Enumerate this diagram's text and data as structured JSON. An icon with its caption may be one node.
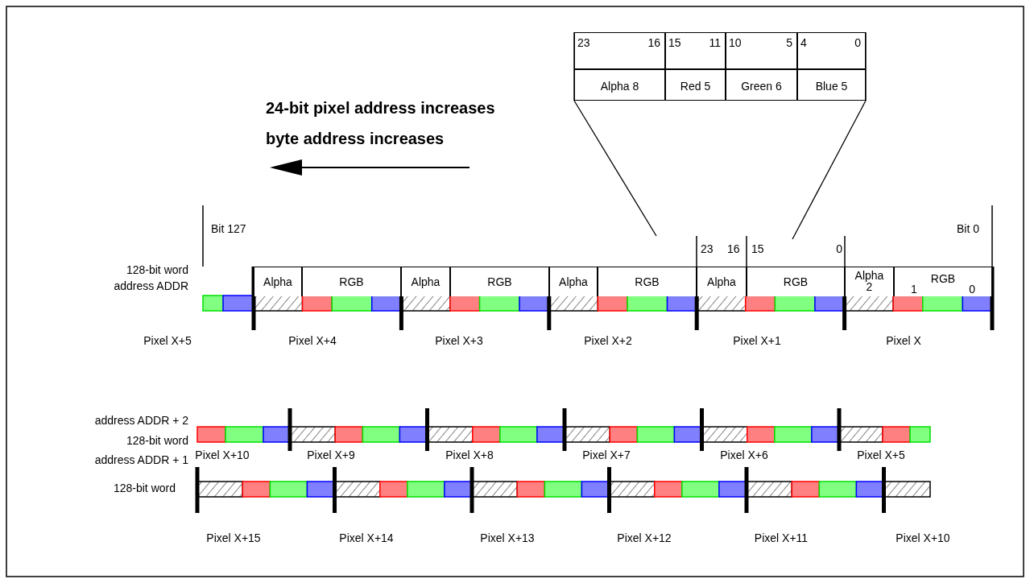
{
  "diagram": {
    "nodes": [
      {
        "text": [
          "23",
          "16"
        ]
      },
      {
        "text": [
          "15",
          "11"
        ]
      },
      {
        "text": [
          "10",
          "5"
        ]
      },
      {
        "text": [
          "4",
          "0"
        ]
      },
      {
        "text": [
          "Alpha 8"
        ]
      },
      {
        "text": [
          "Red 5"
        ]
      },
      {
        "text": [
          "Green 6"
        ]
      },
      {
        "text": [
          "Blue 5"
        ]
      },
      {
        "text": [
          "Alpha"
        ]
      },
      {
        "text": [
          "RGB"
        ]
      },
      {
        "text": [
          "Alpha"
        ]
      },
      {
        "text": [
          "RGB"
        ]
      },
      {
        "text": [
          "Alpha"
        ]
      },
      {
        "text": [
          "RGB"
        ]
      },
      {
        "text": [
          "Alpha"
        ]
      },
      {
        "text": [
          "RGB"
        ]
      },
      {
        "text": [
          "Alpha",
          "2"
        ]
      },
      {
        "text": [
          "RGB",
          "1",
          "0"
        ]
      }
    ],
    "edges": [],
    "labels": [
      "24-bit pixel address increases",
      "byte address increases",
      "Bit 127",
      "23",
      "16",
      "15",
      "0",
      "Bit 0",
      "128-bit word address ADDR",
      "Pixel X+5",
      "Pixel X+4",
      "Pixel X+3",
      "Pixel X+2",
      "Pixel X+1",
      "Pixel X",
      "address ADDR + 2",
      "128-bit word",
      "address ADDR + 1",
      "Pixel X+10",
      "Pixel X+9",
      "Pixel X+8",
      "Pixel X+7",
      "Pixel X+6",
      "Pixel X+5",
      "128-bit word",
      "Pixel X+15",
      "Pixel X+14",
      "Pixel X+13",
      "Pixel X+12",
      "Pixel X+11",
      "Pixel X+10"
    ]
  }
}
